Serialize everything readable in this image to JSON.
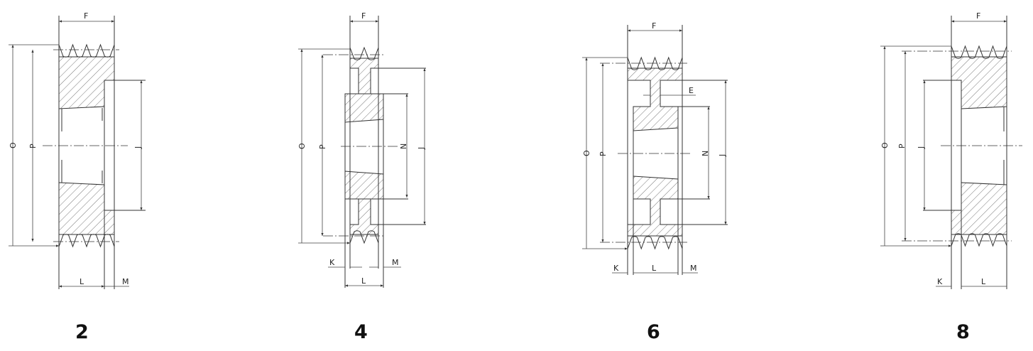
{
  "figures": [
    {
      "number": "2",
      "labels": {
        "F": "F",
        "O": "O",
        "P": "P",
        "J": "J",
        "L": "L",
        "M": "M"
      }
    },
    {
      "number": "4",
      "labels": {
        "F": "F",
        "O": "O",
        "P": "P",
        "N": "N",
        "J": "J",
        "K": "K",
        "L": "L",
        "M": "M"
      }
    },
    {
      "number": "6",
      "labels": {
        "F": "F",
        "O": "O",
        "P": "P",
        "E": "E",
        "N": "N",
        "J": "J",
        "K": "K",
        "L": "L",
        "M": "M"
      }
    },
    {
      "number": "8",
      "labels": {
        "F": "F",
        "O": "O",
        "P": "P",
        "J": "J",
        "K": "K",
        "L": "L"
      }
    }
  ]
}
